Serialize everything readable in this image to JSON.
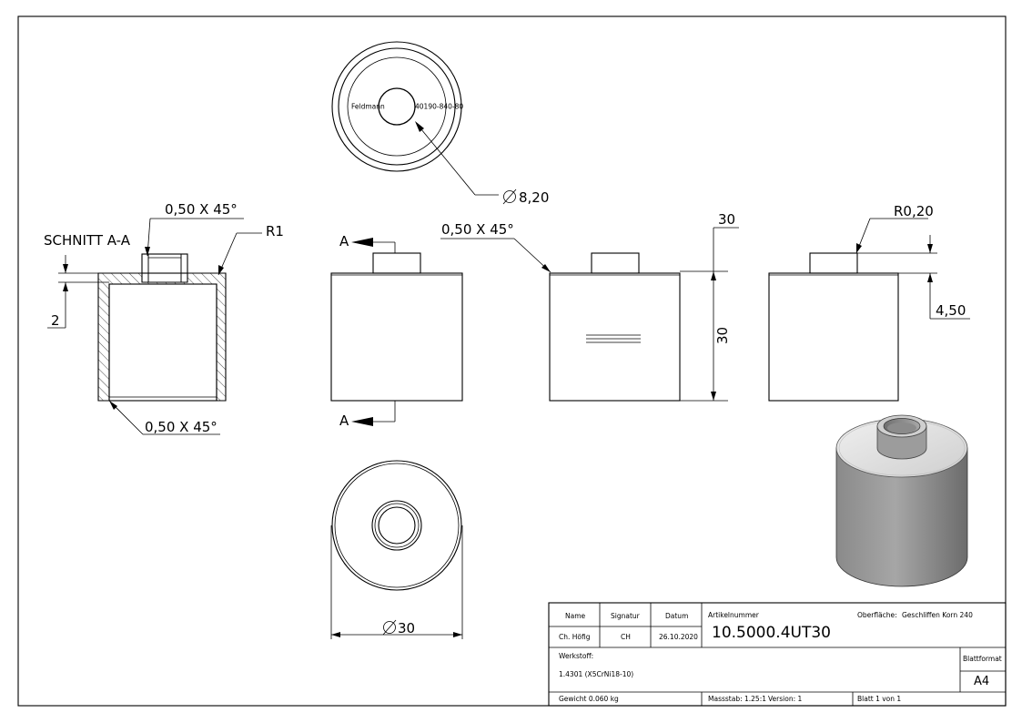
{
  "section_view": {
    "title": "SCHNITT A-A",
    "chamfer_top": "0,50 X 45°",
    "chamfer_bottom": "0,50 X 45°",
    "radius": "R1",
    "wall_dim": "2"
  },
  "top_view": {
    "text_left": "Feldmann",
    "text_right": "40190-840-80",
    "bore_dim": "8,20"
  },
  "front_view": {
    "section_label_top": "A",
    "section_label_bottom": "A"
  },
  "side_view": {
    "chamfer": "0,50 X 45°",
    "height_dim": "30"
  },
  "right_view": {
    "radius": "R0,20",
    "height_dim": "4,50"
  },
  "bottom_view": {
    "diameter_dim": "30"
  },
  "title_block": {
    "col_name": "Name",
    "col_signatur": "Signatur",
    "col_datum": "Datum",
    "name": "Ch. Höfig",
    "signatur": "CH",
    "datum": "26.10.2020",
    "artikel_label": "Artikelnummer",
    "artikel_nr": "10.5000.4UT30",
    "oberflaeche_label": "Oberfläche:",
    "oberflaeche": "Geschliffen Korn 240",
    "werkstoff_label": "Werkstoff:",
    "werkstoff": "1.4301 (X5CrNi18-10)",
    "blattformat_label": "Blattformat",
    "blattformat": "A4",
    "gewicht": "Gewicht 0.060 kg",
    "massstab": "Massstab: 1.25:1",
    "version": "Version: 1",
    "blatt": "Blatt 1 von 1"
  }
}
